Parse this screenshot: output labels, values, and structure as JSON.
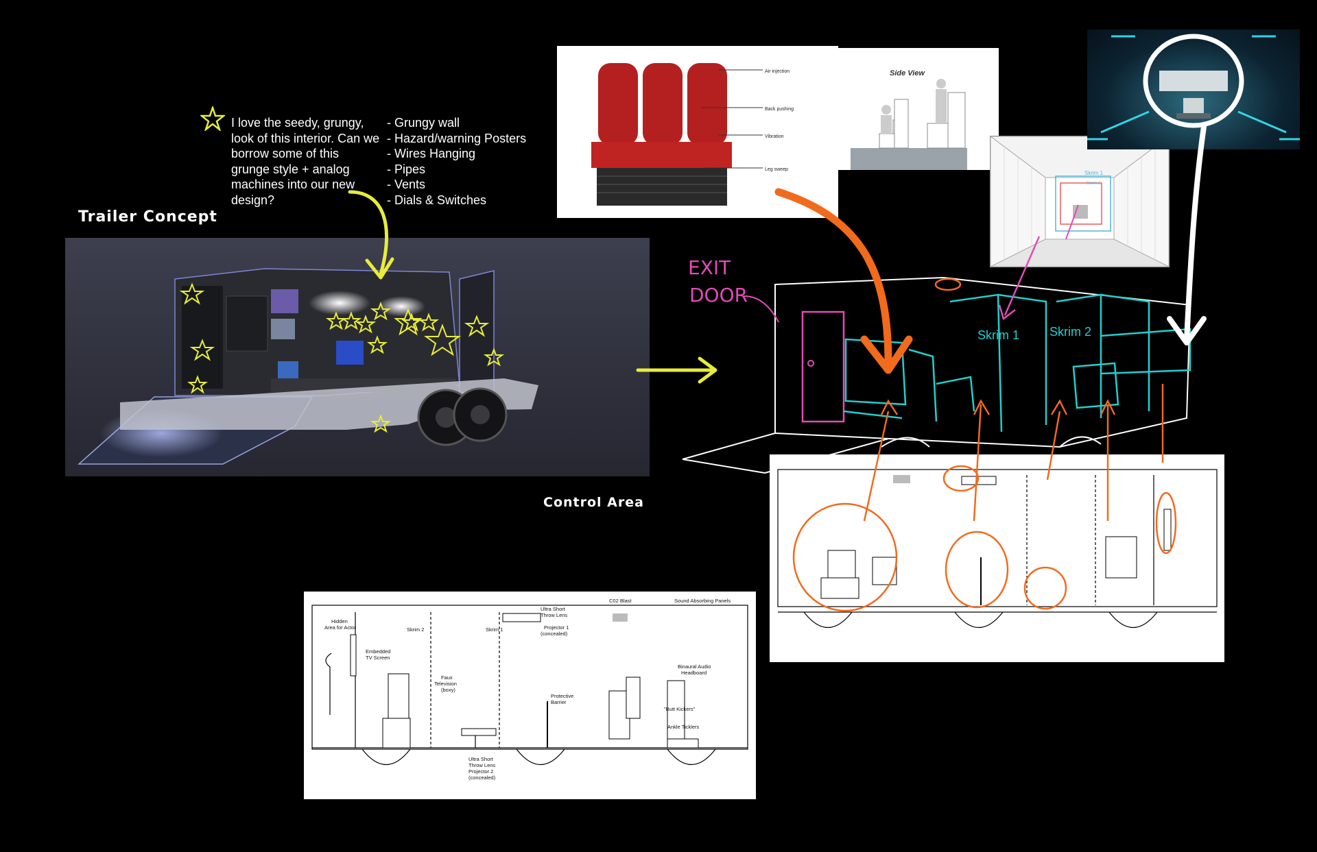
{
  "note": {
    "text_lines": [
      "I love the seedy, grungy,",
      "look of this interior. Can we",
      "borrow some of this",
      "grunge style + analog",
      "machines into our new",
      "design?"
    ],
    "bullets": [
      "- Grungy wall",
      "- Hazard/warning Posters",
      "- Wires Hanging",
      "- Pipes",
      "- Vents",
      "- Dials & Switches"
    ]
  },
  "headings": {
    "trailer_concept": "Trailer Concept",
    "control_area": "Control Area"
  },
  "seat_image": {
    "labels": [
      "Air injection",
      "Back pushing",
      "Vibration",
      "Leg sweep"
    ]
  },
  "side_view": {
    "title": "Side View"
  },
  "skrim_render": {
    "labels": [
      "Skrim 1",
      "Skrim 2"
    ]
  },
  "sketch": {
    "exit_label_1": "EXIT",
    "exit_label_2": "DOOR",
    "skrim1": "Skrim 1",
    "skrim2": "Skrim 2"
  },
  "bottom_plan": {
    "hidden_area_1": "Hidden",
    "hidden_area_2": "Area for Actor",
    "embedded_tv_1": "Embedded",
    "embedded_tv_2": "TV Screen",
    "skrim2": "Skrim 2",
    "skrim1": "Skrim 1",
    "faux_tv_1": "Faux",
    "faux_tv_2": "Television",
    "faux_tv_3": "(boxy)",
    "projector1_1": "Ultra Short",
    "projector1_2": "Throw Lens",
    "projector1_3": "Projector 1",
    "projector1_4": "(concealed)",
    "co2": "C02 Blast",
    "sound_panels": "Sound Absorbing Panels",
    "barrier_1": "Protective",
    "barrier_2": "Barrier",
    "headboard_1": "Binaural Audio",
    "headboard_2": "Headboard",
    "butt_kickers": "\"Butt Kickers\"",
    "ankle_ticklers": "Ankle Ticklers",
    "projector2_1": "Ultra Short",
    "projector2_2": "Throw Lens",
    "projector2_3": "Projector 2",
    "projector2_4": "(concealed)"
  },
  "colors": {
    "yellow": "#e8ec3a",
    "orange": "#f26a1c",
    "pink": "#e34bb6",
    "cyan": "#1fd0cf",
    "white_line": "#ffffff"
  }
}
